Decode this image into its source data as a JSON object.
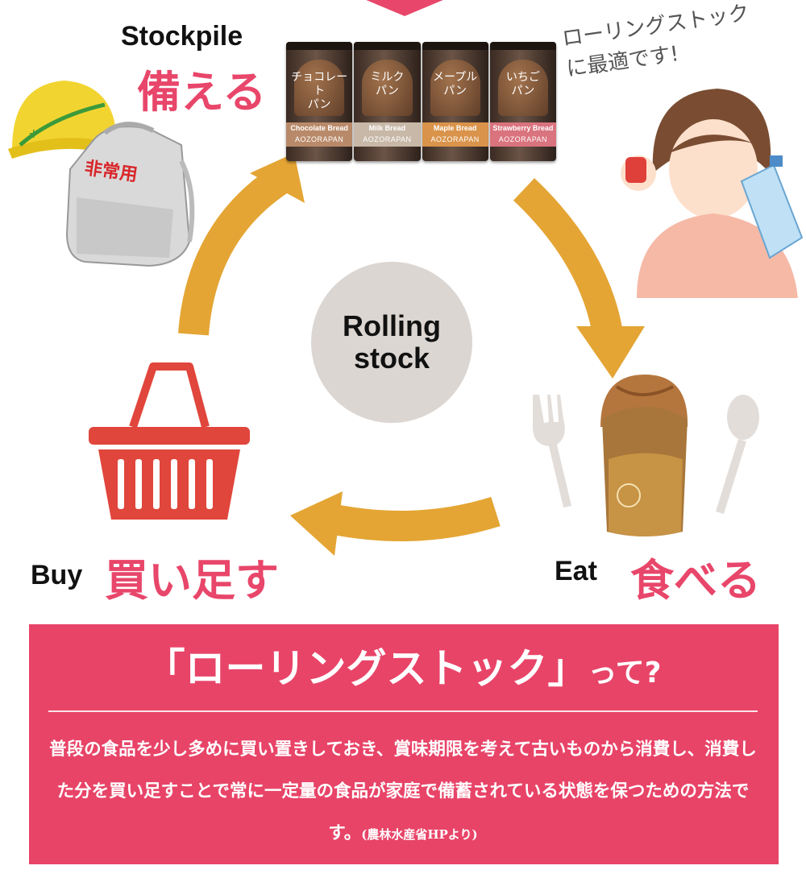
{
  "cycle_center": "Rolling\nstock",
  "stages": {
    "stockpile": {
      "en": "Stockpile",
      "jp": "備える"
    },
    "eat": {
      "en": "Eat",
      "jp": "食べる"
    },
    "buy": {
      "en": "Buy",
      "jp": "買い足す"
    }
  },
  "cans": [
    {
      "jp": "チョコレート\nパン",
      "en": "Chocolate Bread",
      "brand": "AOZORAPAN",
      "band_color": "#b98a6a"
    },
    {
      "jp": "ミルク\nパン",
      "en": "Milk Bread",
      "brand": "AOZORAPAN",
      "band_color": "#c8b8a8"
    },
    {
      "jp": "メープル\nパン",
      "en": "Maple Bread",
      "brand": "AOZORAPAN",
      "band_color": "#d9934a"
    },
    {
      "jp": "いちご\nパン",
      "en": "Strawberry Bread",
      "brand": "AOZORAPAN",
      "band_color": "#d9737e"
    }
  ],
  "backpack_label": "非常用",
  "speech": "ローリングストック\nに最適です!",
  "box": {
    "title": "「ローリングストック」",
    "title_suffix": "って?",
    "body": "普段の食品を少し多めに買い置きしておき、賞味期限を考えて古いものから消費し、消費した分を買い足すことで常に一定量の食品が家庭で備蓄されている状態を保つための方法です。",
    "source": "(農林水産省HPより)"
  },
  "colors": {
    "accent": "#e8466a",
    "arrow": "#e4a534",
    "basket": "#e0463c",
    "center": "#dcd6d2"
  }
}
